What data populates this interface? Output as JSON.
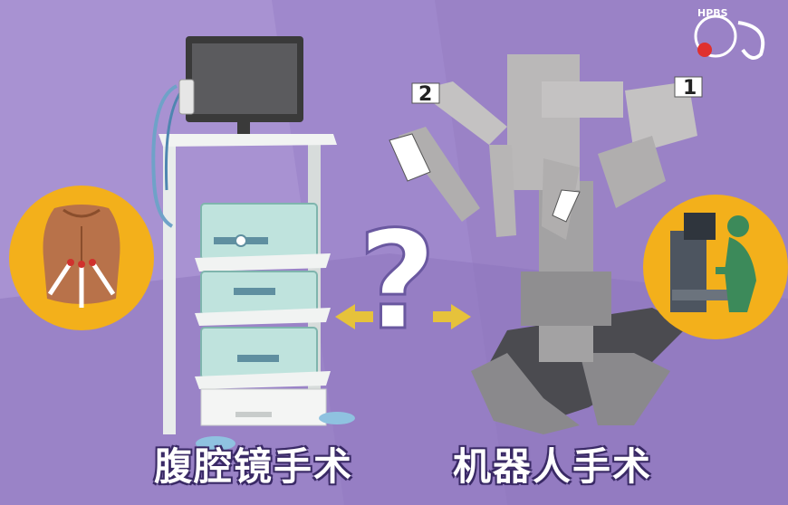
{
  "captions": {
    "left": "腹腔镜手术",
    "right": "机器人手术"
  },
  "center_symbol": "?",
  "robot_arm_labels": {
    "arm_1": "1",
    "arm_2": "2"
  },
  "logo_text": "HPBS",
  "colors": {
    "background": "#9f88cc",
    "circle_badge": "#f3b01b",
    "arrow": "#e6c23b",
    "equipment_teal": "#bfe3dd",
    "robot_gray": "#b5b3b3"
  },
  "icons": [
    "laparoscopy-tower-illustration",
    "surgical-robot-illustration",
    "patient-torso-with-ports-illustration",
    "surgeon-console-illustration",
    "hospital-logo-icon"
  ]
}
